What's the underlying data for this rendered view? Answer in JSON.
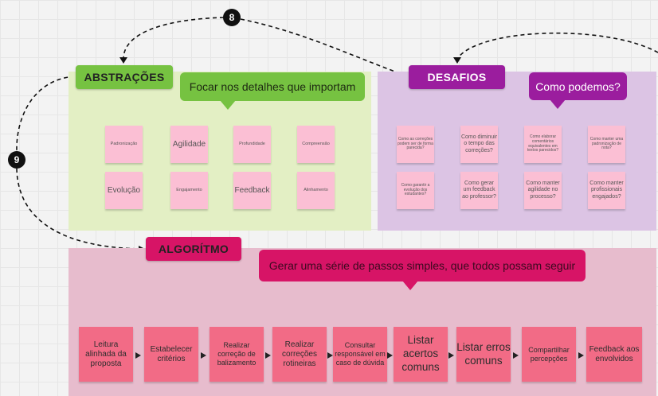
{
  "abstracoes": {
    "title": "ABSTRAÇÕES",
    "prompt": "Focar nos detalhes que importam",
    "notes": [
      "Padronização",
      "Agilidade",
      "Profundidade",
      "Compreensão",
      "Evolução",
      "Engajamento",
      "Feedback",
      "Alinhamento"
    ]
  },
  "desafios": {
    "title": "DESAFIOS",
    "prompt": "Como podemos?",
    "notes": [
      "Como as correções podem ser de forma parecida?",
      "Como diminuir o tempo das correções?",
      "Como elaborar comentários equivalentes em textos parecidos?",
      "Como manter uma padronização de nota?",
      "Como garantir a evolução dos estudantes?",
      "Como gerar um feedback ao professor?",
      "Como manter agilidade no processo?",
      "Como manter profissionais engajados?"
    ]
  },
  "algoritmo": {
    "title": "ALGORÍTMO",
    "prompt": "Gerar uma série de passos simples, que todos possam seguir",
    "steps": [
      "Leitura alinhada da proposta",
      "Estabelecer critérios",
      "Realizar correção de balizamento",
      "Realizar correções rotineiras",
      "Consultar responsável em caso de dúvida",
      "Listar acertos comuns",
      "Listar erros comuns",
      "Compartilhar percepções",
      "Feedback aos envolvidos"
    ]
  },
  "connectors": {
    "badge_8": "8",
    "badge_9": "9"
  }
}
